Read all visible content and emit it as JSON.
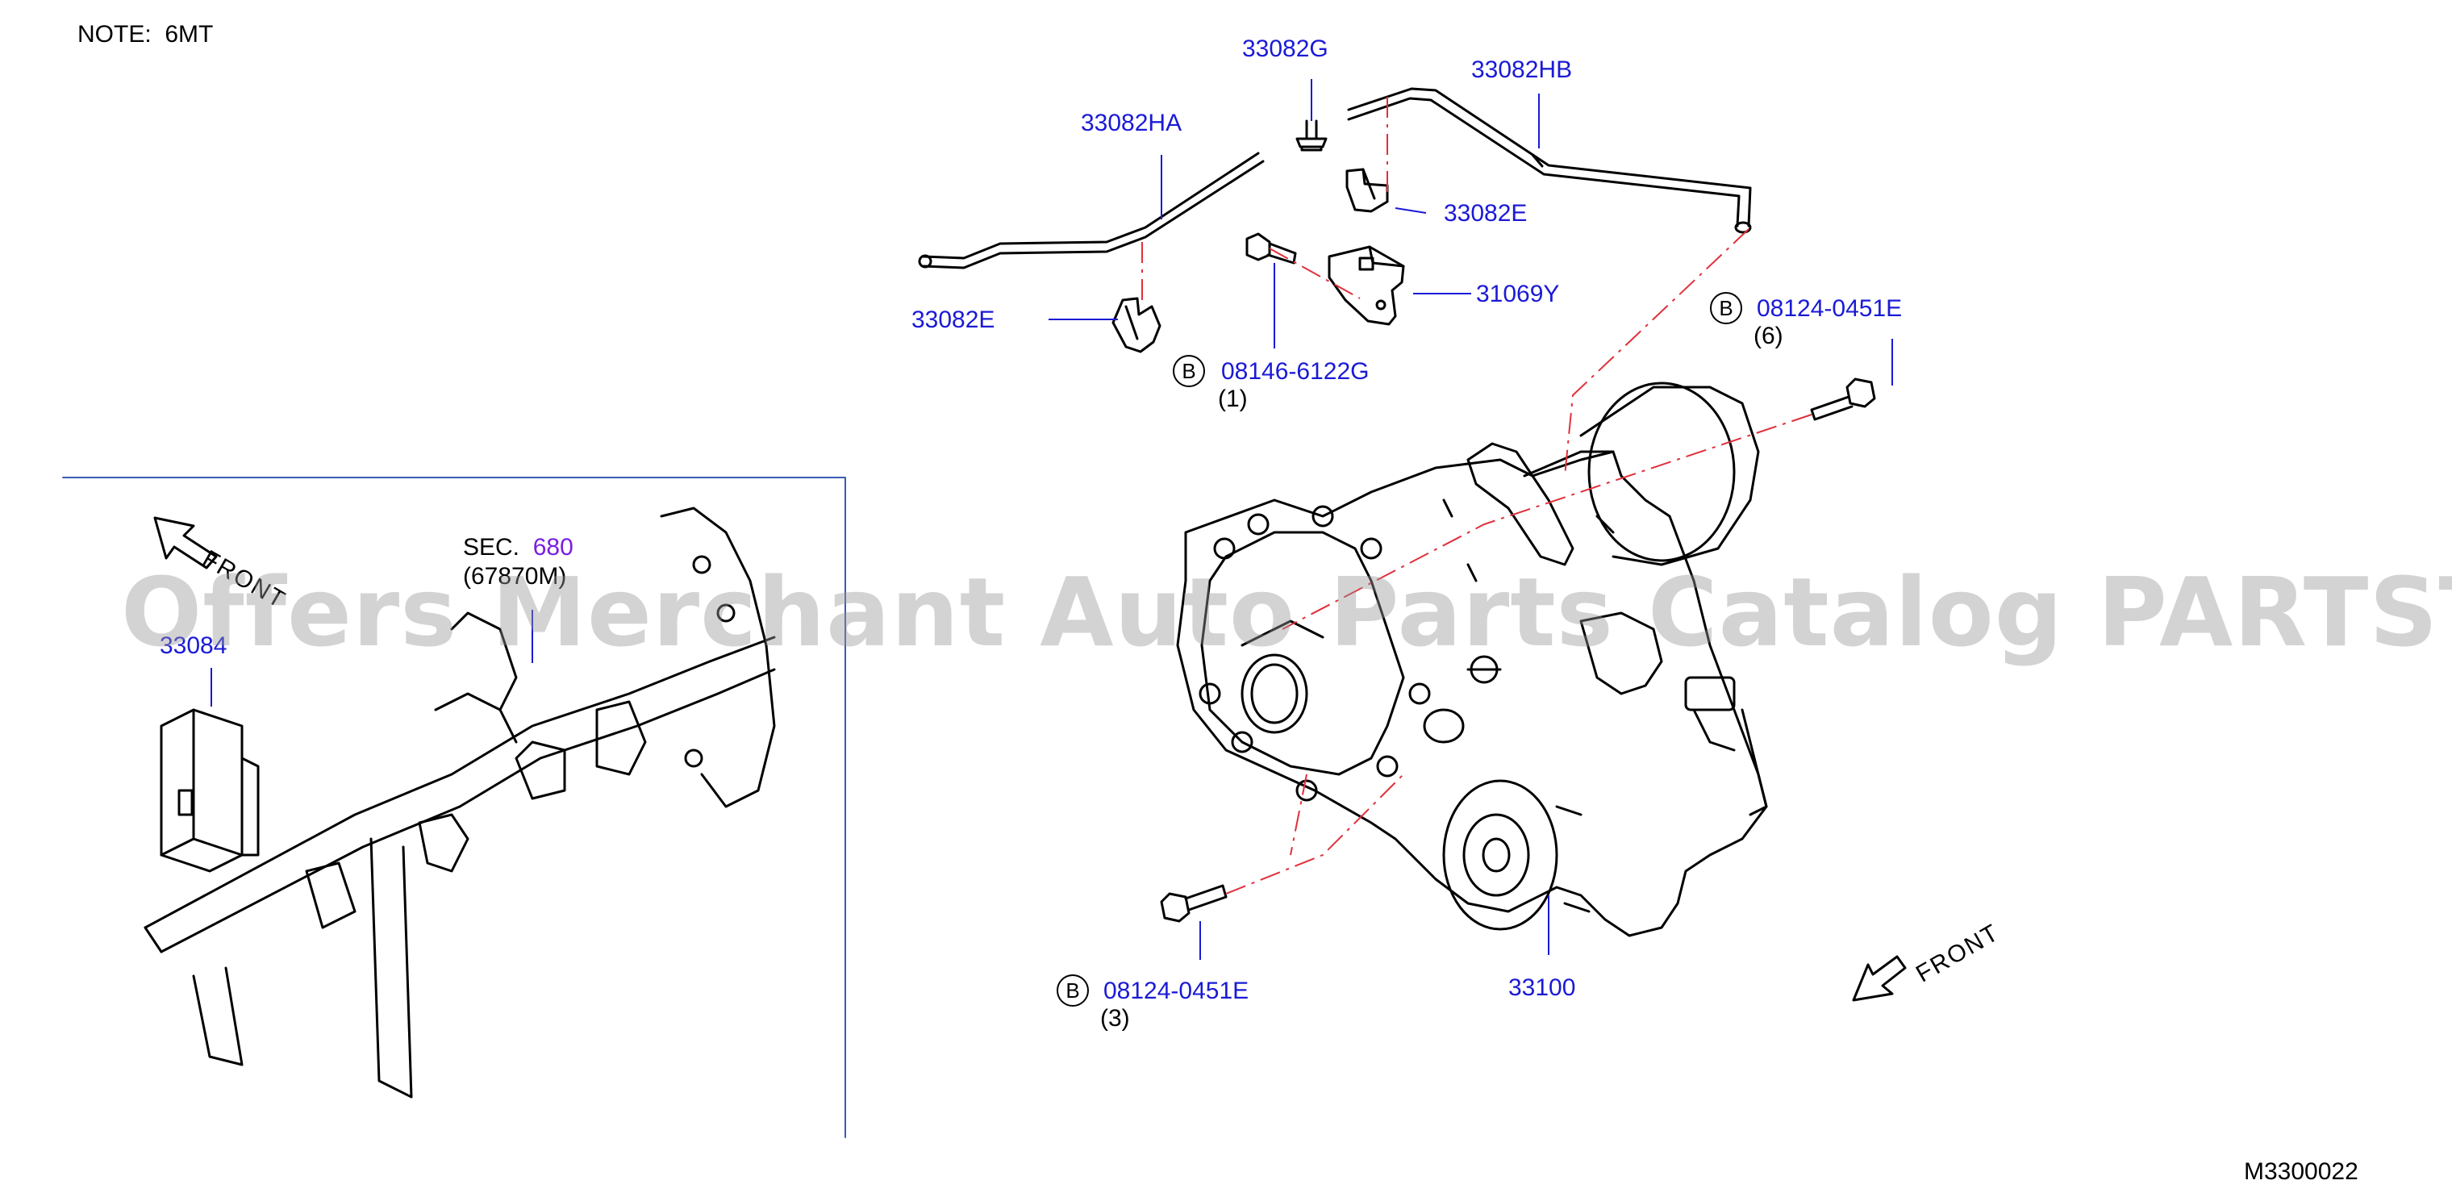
{
  "note": {
    "label": "NOTE:",
    "value": "6MT"
  },
  "parts": {
    "hose_a": "33082HA",
    "connector_g": "33082G",
    "hose_b": "33082HB",
    "clip_right": "33082E",
    "clip_left": "33082E",
    "bracket": "31069Y",
    "bolt_a": "08146-6122G",
    "bolt_a_qty": "(1)",
    "bolt_b": "08124-0451E",
    "bolt_b_qty": "(6)",
    "bolt_c": "08124-0451E",
    "bolt_c_qty": "(3)",
    "transfer": "33100",
    "control_unit": "33084"
  },
  "b_marker": "B",
  "section_ref": {
    "prefix": "SEC.",
    "number": "680",
    "sub": "(67870M)"
  },
  "front_label": "FRONT",
  "diagram_id": "M3300022",
  "watermark": "Offers Merchant Auto Parts Catalog PARTSTORE.SA",
  "colors": {
    "part_label": "#1a1ad6",
    "section_link": "#7a1ee0",
    "leader": "#1a1ad6",
    "centerline": "#e0303a",
    "line_art": "#000000"
  }
}
